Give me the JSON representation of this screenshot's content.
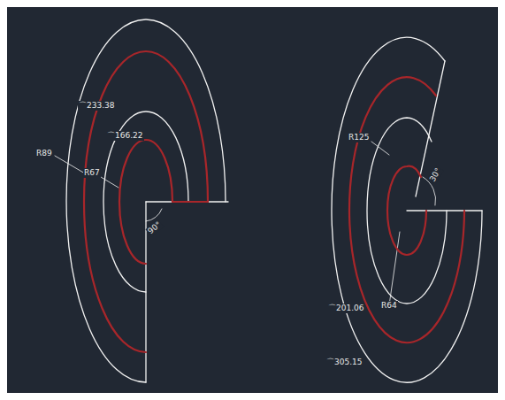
{
  "diagram": {
    "labels": [
      "⌒233.38",
      "R89",
      "R67",
      "⌒166.22",
      "90°",
      "R125",
      "30°",
      "R64",
      "⌒201.06",
      "⌒305.15"
    ]
  }
}
